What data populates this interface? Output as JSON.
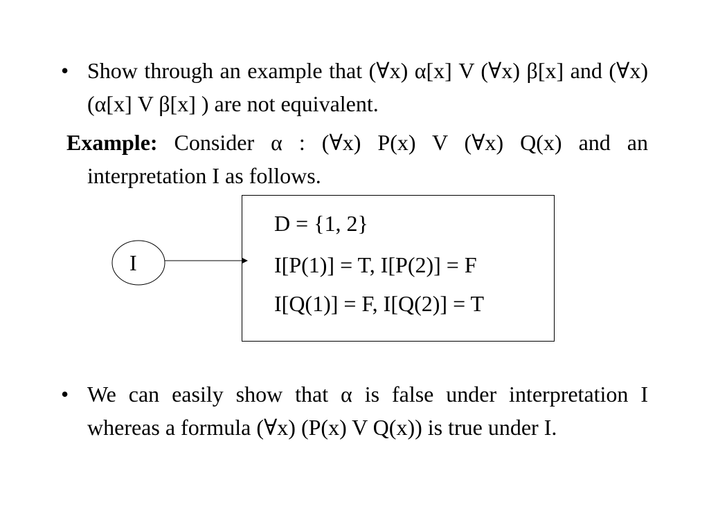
{
  "bullet_char": "•",
  "bullet1": {
    "text": "Show through an example that (∀x) α[x] V (∀x) β[x] and (∀x) (α[x]  V  β[x] ) are not equivalent."
  },
  "example": {
    "label": "Example:",
    "text": " Consider  α : (∀x) P(x) V (∀x) Q(x) and an interpretation I as follows."
  },
  "diagram": {
    "node_label": "I",
    "interpretation": [
      "D = {1, 2}",
      "I[P(1)] = T, I[P(2)] = F",
      "I[Q(1)] = F, I[Q(2)] = T"
    ]
  },
  "bullet2": {
    "text": "We can easily show that α is false under interpretation I whereas a formula (∀x) (P(x) V Q(x)) is true under I."
  }
}
